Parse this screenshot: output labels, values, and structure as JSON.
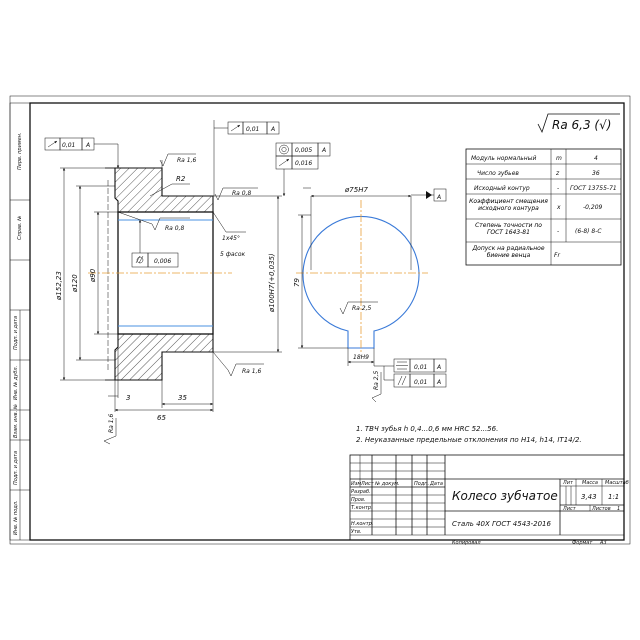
{
  "drawing": {
    "surface_finish_general": "Ra 6,3 (√)",
    "params": [
      {
        "label": "Модуль нормальный",
        "sym": "m",
        "val": "4"
      },
      {
        "label": "Число зубьев",
        "sym": "z",
        "val": "36"
      },
      {
        "label": "Исходный контур",
        "sym": "-",
        "val": "ГОСТ 13755-71"
      },
      {
        "label": "Коэффициент смещения исходного контура",
        "sym": "x",
        "val": "-0,209"
      },
      {
        "label": "Степень точности по ГОСТ 1643-81",
        "sym": "-",
        "val": "(6-8) 8-С"
      },
      {
        "label": "Допуск на радиальное биение венца",
        "sym": "Fr",
        "val": ""
      }
    ],
    "notes": [
      "1. ТВЧ зубья h 0,4...0,6 мм HRC 52...56.",
      "2. Неуказанные предельные отклонения по H14, h14, IT14/2."
    ],
    "title_block": {
      "name": "Колесо зубчатое",
      "material": "Сталь 40Х ГОСТ 4543-2016",
      "lit_label": "Лит",
      "mass_label": "Масса",
      "scale_label": "Масштаб",
      "mass": "3,43",
      "scale": "1:1",
      "sheet_label": "Лист",
      "sheets_label": "Листов",
      "sheets": "1",
      "copied": "Копировал",
      "format": "Формат",
      "format_val": "А3",
      "rows": [
        "Изм",
        "Лист",
        "№ докум.",
        "Подп.",
        "Дата"
      ],
      "roles": [
        "Разраб.",
        "Пров.",
        "Т.контр.",
        "Н.контр.",
        "Утв."
      ]
    },
    "side_labels": [
      "Перв. примен.",
      "Справ. №",
      "Подп. и дата",
      "Инв. № дубл.",
      "Взам. инв. №",
      "Подп. и дата",
      "Инв. № подл."
    ],
    "dims": {
      "d152": "ø152,23",
      "d120": "ø120",
      "d90": "ø90",
      "d100": "ø100Н7(+0,035)",
      "d75": "ø75Н7",
      "h79": "79",
      "b18": "18Н9",
      "w65": "65",
      "w35": "35",
      "w3": "3",
      "chamfer": "1x45°",
      "chamfer_note": "5 фасок",
      "r2": "R2",
      "ra16": "Ra 1,6",
      "ra08": "Ra 0,8",
      "ra25": "Ra 2,5",
      "tol_001": "0,01",
      "tol_0005": "0,005",
      "tol_0016": "0,016",
      "tol_0006": "0,006",
      "datum_a": "A"
    }
  }
}
